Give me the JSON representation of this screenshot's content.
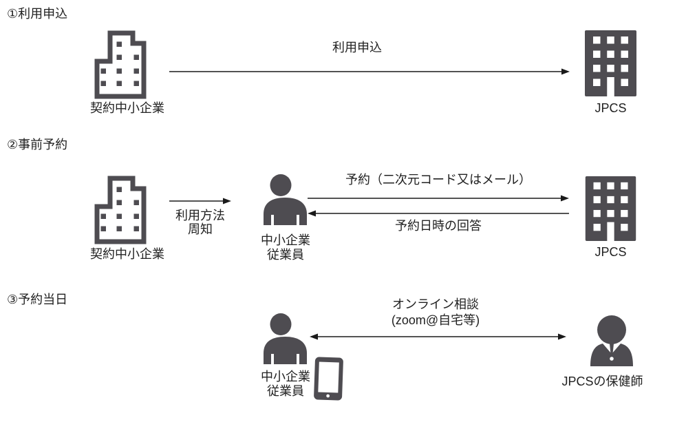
{
  "colors": {
    "icon": "#4e4c51",
    "arrow": "#1a1a1a",
    "text": "#212121"
  },
  "sections": {
    "s1": {
      "header": "①利用申込",
      "sme_label": "契約中小企業",
      "jpcs_label": "JPCS",
      "arrow_label": "利用申込"
    },
    "s2": {
      "header": "②事前予約",
      "sme_label": "契約中小企業",
      "notify_line1": "利用方法",
      "notify_line2": "周知",
      "employee_line1": "中小企業",
      "employee_line2": "従業員",
      "request_label": "予約（二次元コード又はメール）",
      "reply_label": "予約日時の回答",
      "jpcs_label": "JPCS"
    },
    "s3": {
      "header": "③予約当日",
      "employee_line1": "中小企業",
      "employee_line2": "従業員",
      "consult_line1": "オンライン相談",
      "consult_line2": "(zoom@自宅等)",
      "nurse_label": "JPCSの保健師"
    }
  }
}
